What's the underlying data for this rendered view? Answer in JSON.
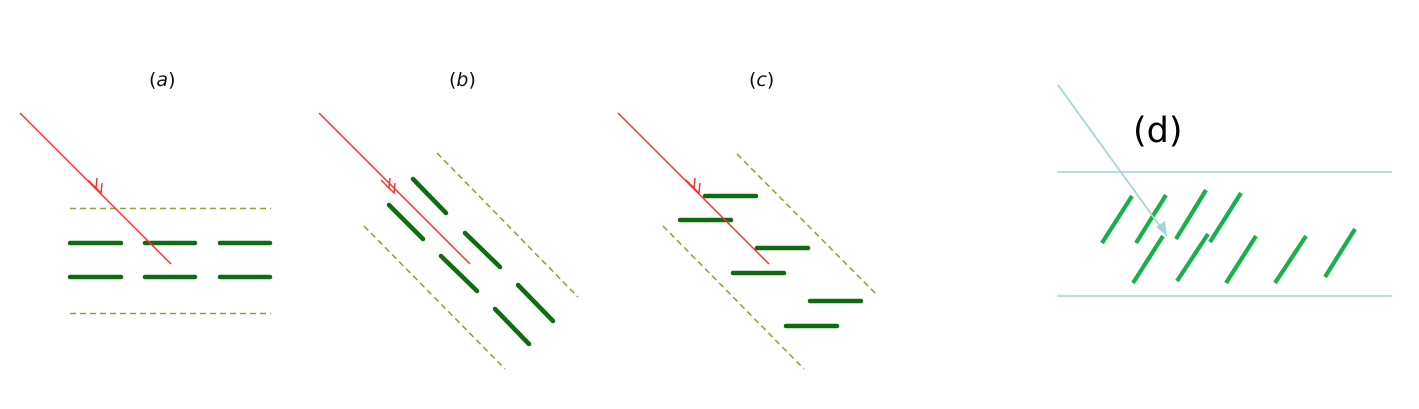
{
  "panels": {
    "a": {
      "open": "(",
      "letter": "a",
      "close": ")"
    },
    "b": {
      "open": "(",
      "letter": "b",
      "close": ")"
    },
    "c": {
      "open": "(",
      "letter": "c",
      "close": ")"
    },
    "d": {
      "label": "(d)"
    }
  },
  "colors": {
    "ray": "#ff2a2a",
    "platelet": "#0f6a12",
    "boundary_dashed": "#8aa83a",
    "ray_d": "#a8d4d8",
    "platelet_d": "#17b04a",
    "boundary_d": "#b6d8dc"
  }
}
